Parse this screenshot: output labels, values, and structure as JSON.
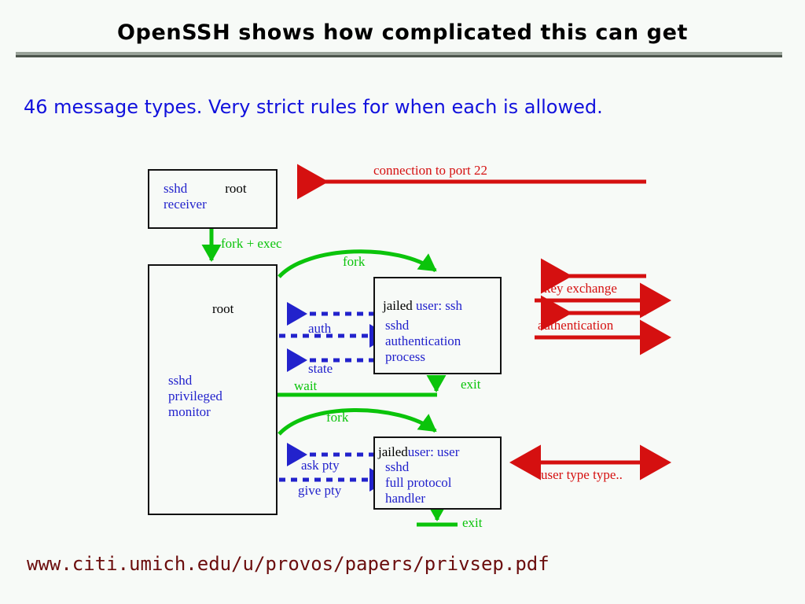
{
  "slide": {
    "title": "OpenSSH shows how complicated this can get",
    "subtitle": "46 message types.  Very strict rules for when each is allowed.",
    "footer_url": "www.citi.umich.edu/u/provos/papers/privsep.pdf",
    "background_color": "#f7faf7",
    "title_color": "#000000",
    "subtitle_color": "#1111dd",
    "footer_color": "#6b0d0d"
  },
  "colors": {
    "red": "#d51010",
    "green": "#0bc40b",
    "blue": "#2222cc",
    "black": "#000000",
    "rule_light": "#9aa39a",
    "rule_dark": "#4c544c"
  },
  "diagram": {
    "boxes": [
      {
        "id": "sshd-receiver",
        "line1_left": "sshd",
        "line1_right": "root",
        "line2": "receiver"
      },
      {
        "id": "privileged-monitor",
        "user": "root",
        "line1": "sshd",
        "line2": "privileged",
        "line3": "monitor"
      },
      {
        "id": "jailed-auth-process",
        "jailed": "jailed",
        "user": "user: ssh",
        "line1": "sshd",
        "line2": "authentication",
        "line3": "process"
      },
      {
        "id": "jailed-protocol-handler",
        "jailed": "jailed",
        "user": "user: user",
        "line1": "sshd",
        "line2": "full protocol",
        "line3": "handler"
      }
    ],
    "labels": {
      "connection": "connection to port 22",
      "fork_exec": "fork + exec",
      "fork_1": "fork",
      "fork_2": "fork",
      "auth": "auth",
      "state": "state",
      "wait": "wait",
      "exit_1": "exit",
      "exit_2": "exit",
      "ask_pty": "ask pty",
      "give_pty": "give pty",
      "key_exchange": "key exchange",
      "authentication": "authentication",
      "user_type": "user type type.."
    }
  }
}
